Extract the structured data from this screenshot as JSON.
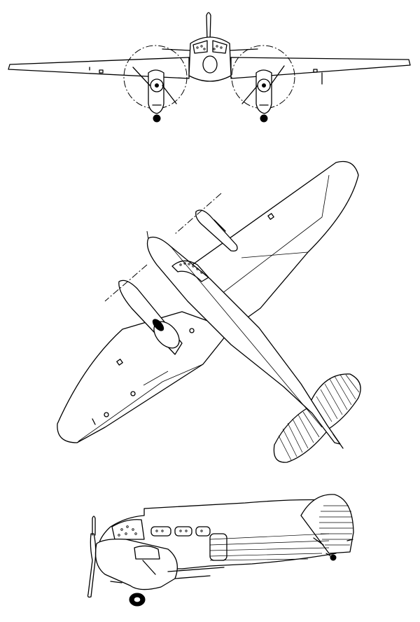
{
  "drawing": {
    "subject": "twin-engine-light-aircraft",
    "views": [
      {
        "id": "front",
        "icon": "aircraft-front-view-icon"
      },
      {
        "id": "top",
        "icon": "aircraft-top-view-icon"
      },
      {
        "id": "side",
        "icon": "aircraft-side-view-icon"
      }
    ],
    "line_color": "#000000",
    "background_color": "#ffffff"
  }
}
